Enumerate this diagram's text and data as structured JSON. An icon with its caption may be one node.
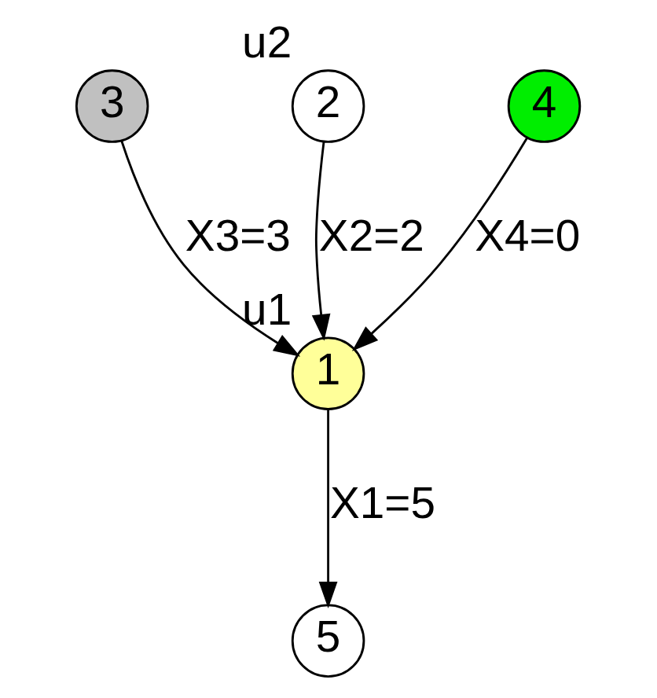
{
  "diagram": {
    "nodes": [
      {
        "text": [
          "3"
        ]
      },
      {
        "text": [
          "2"
        ],
        "beside": [
          "u2"
        ]
      },
      {
        "text": [
          "4"
        ]
      },
      {
        "text": [
          "1"
        ],
        "beside": [
          "u1"
        ]
      },
      {
        "text": [
          "5"
        ]
      }
    ],
    "edges": [
      {
        "from": 1,
        "to": 3,
        "arrow": "to",
        "label": "X2=2"
      },
      {
        "from": 0,
        "to": 3,
        "arrow": "to",
        "label": "X3=3"
      },
      {
        "from": 2,
        "to": 3,
        "arrow": "to",
        "label": "X4=0"
      },
      {
        "from": 3,
        "to": 4,
        "arrow": "to",
        "label": "X1=5"
      }
    ]
  }
}
